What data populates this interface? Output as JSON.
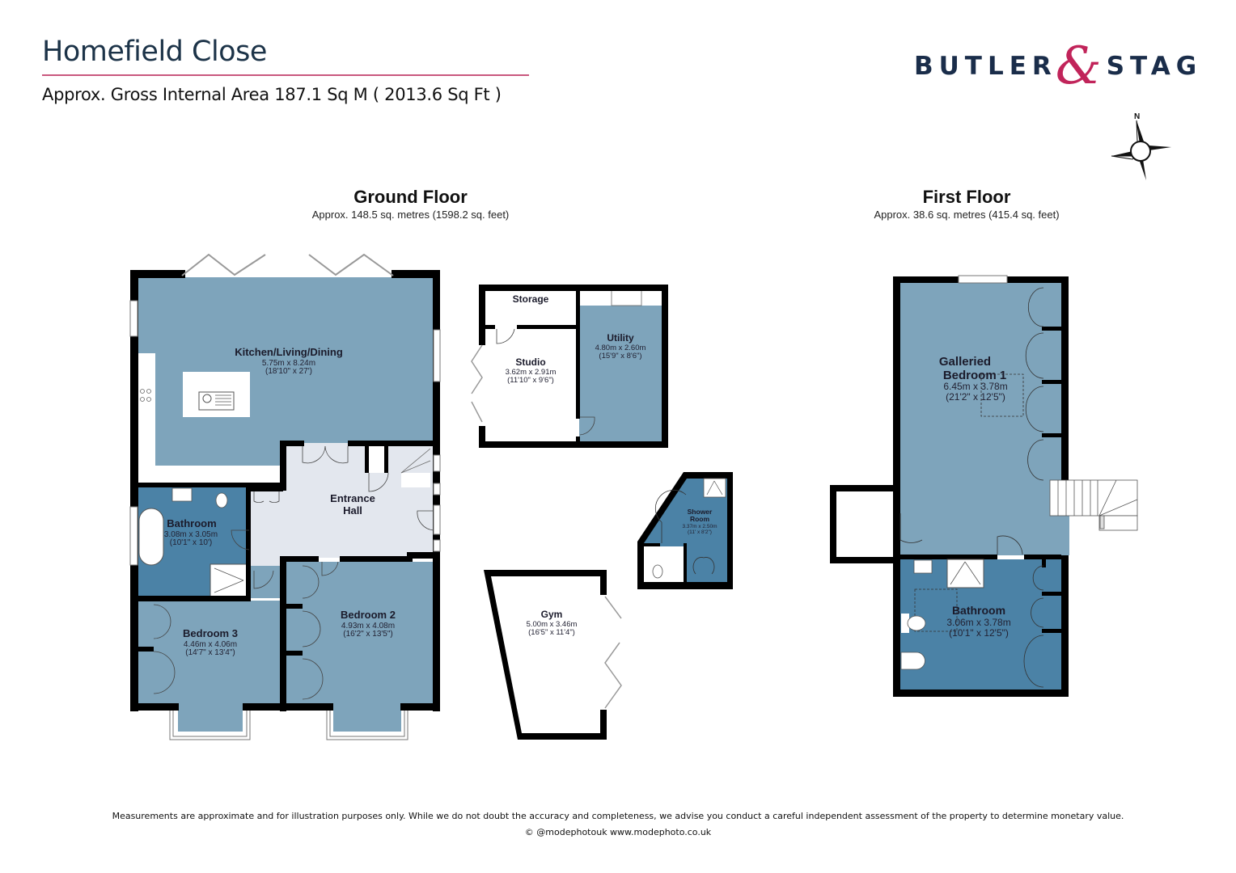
{
  "header": {
    "title": "Homefield Close",
    "subtitle": "Approx. Gross Internal Area 187.1 Sq M ( 2013.6 Sq Ft )",
    "accent_color": "#c9587e"
  },
  "logo": {
    "left_word": "BUTLER",
    "ampersand": "&",
    "right_word": "STAG",
    "text_color": "#1a2d4a",
    "ampersand_color": "#c1245a"
  },
  "compass": {
    "label": "N",
    "icon": "compass-rose-icon"
  },
  "floors": {
    "ground": {
      "name": "Ground Floor",
      "area": "Approx. 148.5 sq. metres (1598.2 sq. feet)",
      "rooms": {
        "kitchen": {
          "name": "Kitchen/Living/Dining",
          "metric": "5.75m x 8.24m",
          "imperial": "(18'10\" x 27')"
        },
        "entrance": {
          "name_line1": "Entrance",
          "name_line2": "Hall"
        },
        "bathroom": {
          "name": "Bathroom",
          "metric": "3.08m x 3.05m",
          "imperial": "(10'1\" x 10')"
        },
        "bedroom3": {
          "name": "Bedroom 3",
          "metric": "4.46m x 4.06m",
          "imperial": "(14'7\" x 13'4\")"
        },
        "bedroom2": {
          "name": "Bedroom 2",
          "metric": "4.93m x 4.08m",
          "imperial": "(16'2\" x 13'5\")"
        }
      },
      "outbuildings": {
        "storage": {
          "name": "Storage"
        },
        "studio": {
          "name": "Studio",
          "metric": "3.62m x 2.91m",
          "imperial": "(11'10\" x 9'6\")"
        },
        "utility": {
          "name": "Utility",
          "metric": "4.80m x 2.60m",
          "imperial": "(15'9\" x 8'6\")"
        },
        "shower": {
          "name_line1": "Shower",
          "name_line2": "Room",
          "metric": "3.37m x 2.50m",
          "imperial": "(11' x 8'2\")"
        },
        "gym": {
          "name": "Gym",
          "metric": "5.00m x 3.46m",
          "imperial": "(16'5\" x 11'4\")"
        }
      }
    },
    "first": {
      "name": "First Floor",
      "area": "Approx. 38.6 sq. metres (415.4 sq. feet)",
      "rooms": {
        "bedroom1": {
          "name_line1": "Galleried",
          "name_line2": "Bedroom 1",
          "metric": "6.45m x 3.78m",
          "imperial": "(21'2\" x 12'5\")"
        },
        "bathroom": {
          "name": "Bathroom",
          "metric": "3.06m x 3.78m",
          "imperial": "(10'1\" x 12'5\")"
        }
      }
    }
  },
  "colors": {
    "wall": "#000000",
    "room_mid": "#7ea4bb",
    "room_dark": "#4b82a6",
    "hall": "#e3e7ee"
  },
  "footer": {
    "disclaimer": "Measurements are approximate and for illustration purposes only.  While we do not doubt the accuracy and completeness, we advise you conduct a careful independent assessment of the property to determine monetary value.",
    "credit": "© @modephotouk www.modephoto.co.uk"
  }
}
